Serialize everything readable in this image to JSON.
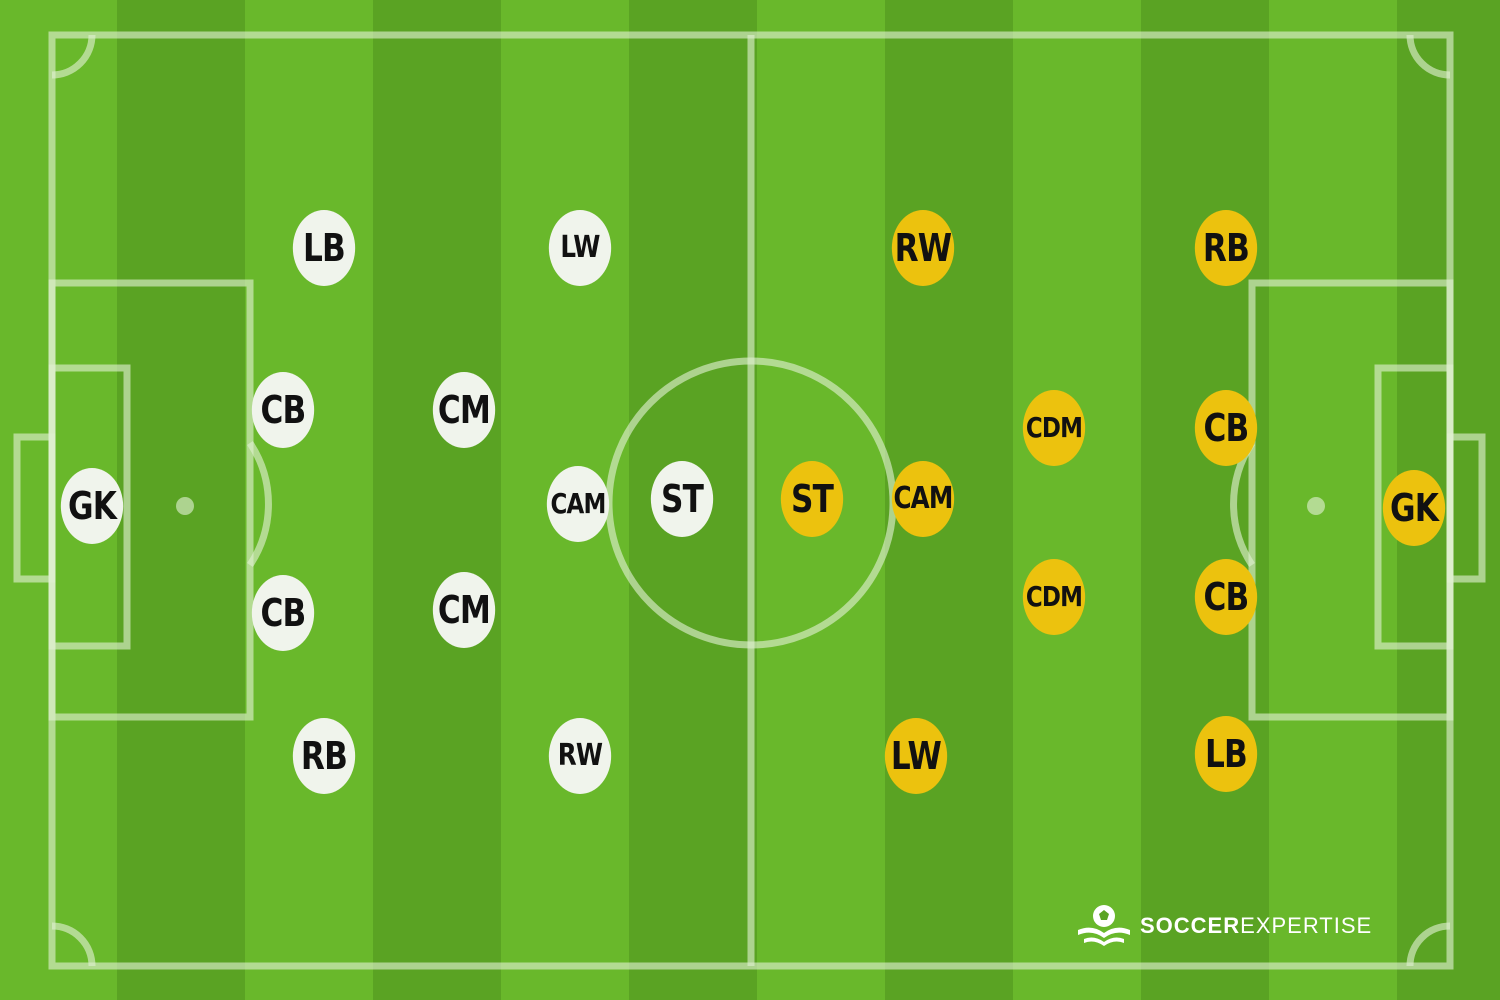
{
  "home_team": {
    "color": "#f0f4ec",
    "players": [
      {
        "label": "GK"
      },
      {
        "label": "LB"
      },
      {
        "label": "CB"
      },
      {
        "label": "CB"
      },
      {
        "label": "RB"
      },
      {
        "label": "CM"
      },
      {
        "label": "CM"
      },
      {
        "label": "LW"
      },
      {
        "label": "CAM"
      },
      {
        "label": "RW"
      },
      {
        "label": "ST"
      }
    ]
  },
  "away_team": {
    "color": "#ecc20e",
    "players": [
      {
        "label": "GK"
      },
      {
        "label": "RB"
      },
      {
        "label": "CB"
      },
      {
        "label": "CB"
      },
      {
        "label": "LB"
      },
      {
        "label": "CDM"
      },
      {
        "label": "CDM"
      },
      {
        "label": "RW"
      },
      {
        "label": "CAM"
      },
      {
        "label": "LW"
      },
      {
        "label": "ST"
      }
    ]
  },
  "pitch": {
    "grass_light": "#69b82b",
    "grass_dark": "#5aa323",
    "line_color": "#d9ecc8"
  },
  "logo": {
    "word1": "SOCCER",
    "word2": "EXPERTISE"
  }
}
